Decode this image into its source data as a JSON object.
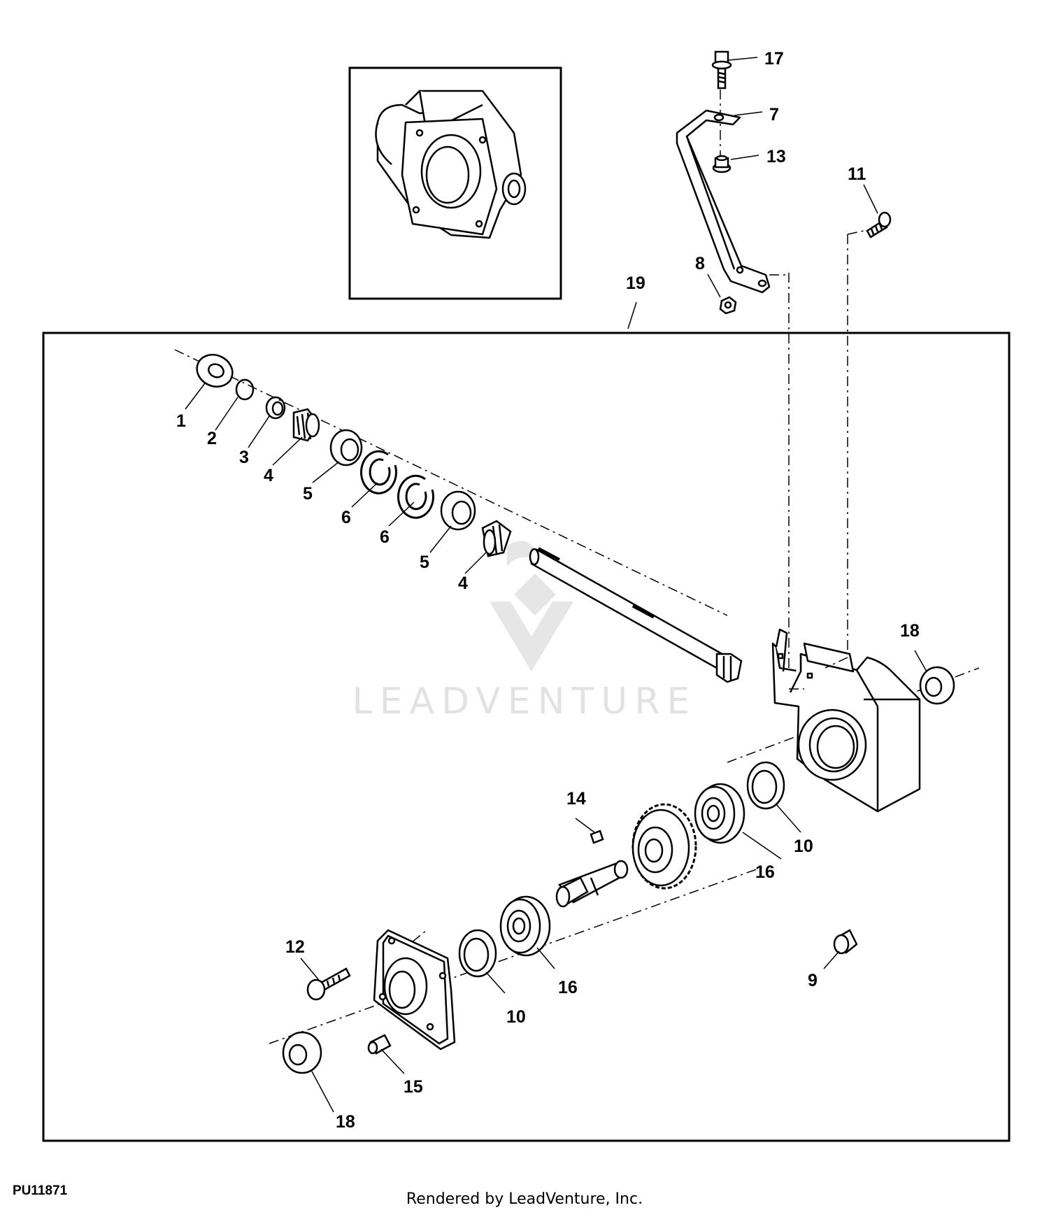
{
  "figure_id": "PU11871",
  "credit": "Rendered by LeadVenture, Inc.",
  "watermark": "LEADVENTURE",
  "callouts": [
    "1",
    "2",
    "3",
    "4",
    "5",
    "6",
    "6",
    "5",
    "4",
    "7",
    "8",
    "9",
    "10",
    "10",
    "11",
    "12",
    "13",
    "14",
    "15",
    "16",
    "16",
    "17",
    "18",
    "18",
    "19"
  ]
}
